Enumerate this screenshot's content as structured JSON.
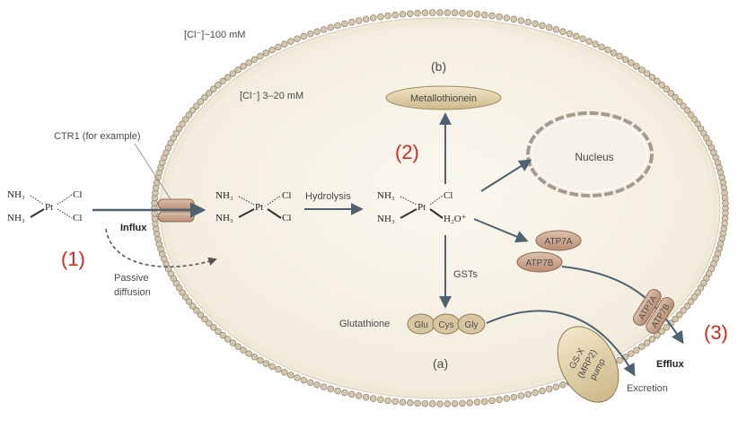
{
  "labels": {
    "cl_outside": "[Cl⁻]~100 mM",
    "cl_inside": "[Cl⁻] 3–20 mM",
    "b_marker": "(b)",
    "a_marker": "(a)",
    "ctr1": "CTR1 (for example)",
    "influx": "Influx",
    "passive": "Passive",
    "diffusion": "diffusion",
    "hydrolysis": "Hydrolysis",
    "gsts": "GSTs",
    "glutathione": "Glutathione",
    "efflux": "Efflux",
    "excretion": "Excretion"
  },
  "steps": {
    "one": "(1)",
    "two": "(2)",
    "three": "(3)"
  },
  "nodes": {
    "metallothionein": "Metallothionein",
    "nucleus": "Nucleus",
    "atp7a": "ATP7A",
    "atp7b": "ATP7B",
    "membrane_atp7a": "ATP7A",
    "membrane_atp7b": "ATP7B",
    "glu": "Glu",
    "cys": "Cys",
    "gly": "Gly",
    "pump_line1": "GS-X",
    "pump_line2": "(MRP2)",
    "pump_line3": "pump"
  },
  "chem": {
    "nh3": "NH₃",
    "pt": "Pt",
    "cl": "Cl",
    "h2o": "H₂O⁺"
  },
  "colors": {
    "cell_fill": "#f6f2e6",
    "membrane_head": "#c2b49a",
    "arrow": "#4f6270",
    "protein_fill": "#cba992",
    "protein_stroke": "#8c6c55",
    "step_red": "#d7261e"
  }
}
